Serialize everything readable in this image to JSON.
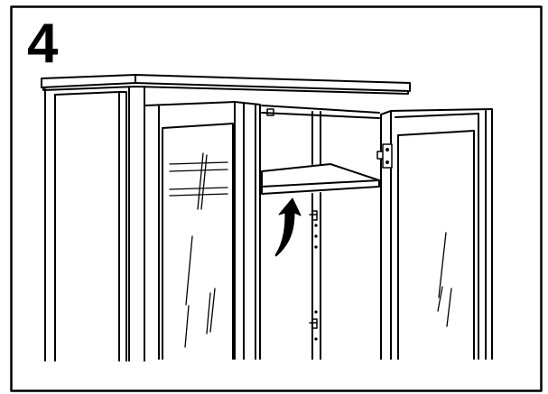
{
  "step": {
    "number": "4"
  },
  "colors": {
    "line": "#000000",
    "background": "#ffffff"
  },
  "illustration": {
    "subject": "cabinet-assembly-step",
    "icons": [
      "cabinet-top",
      "left-door-glass",
      "right-door-glass",
      "shelf",
      "up-arrow-icon",
      "hinge-icon",
      "shelf-pin-icon"
    ]
  }
}
